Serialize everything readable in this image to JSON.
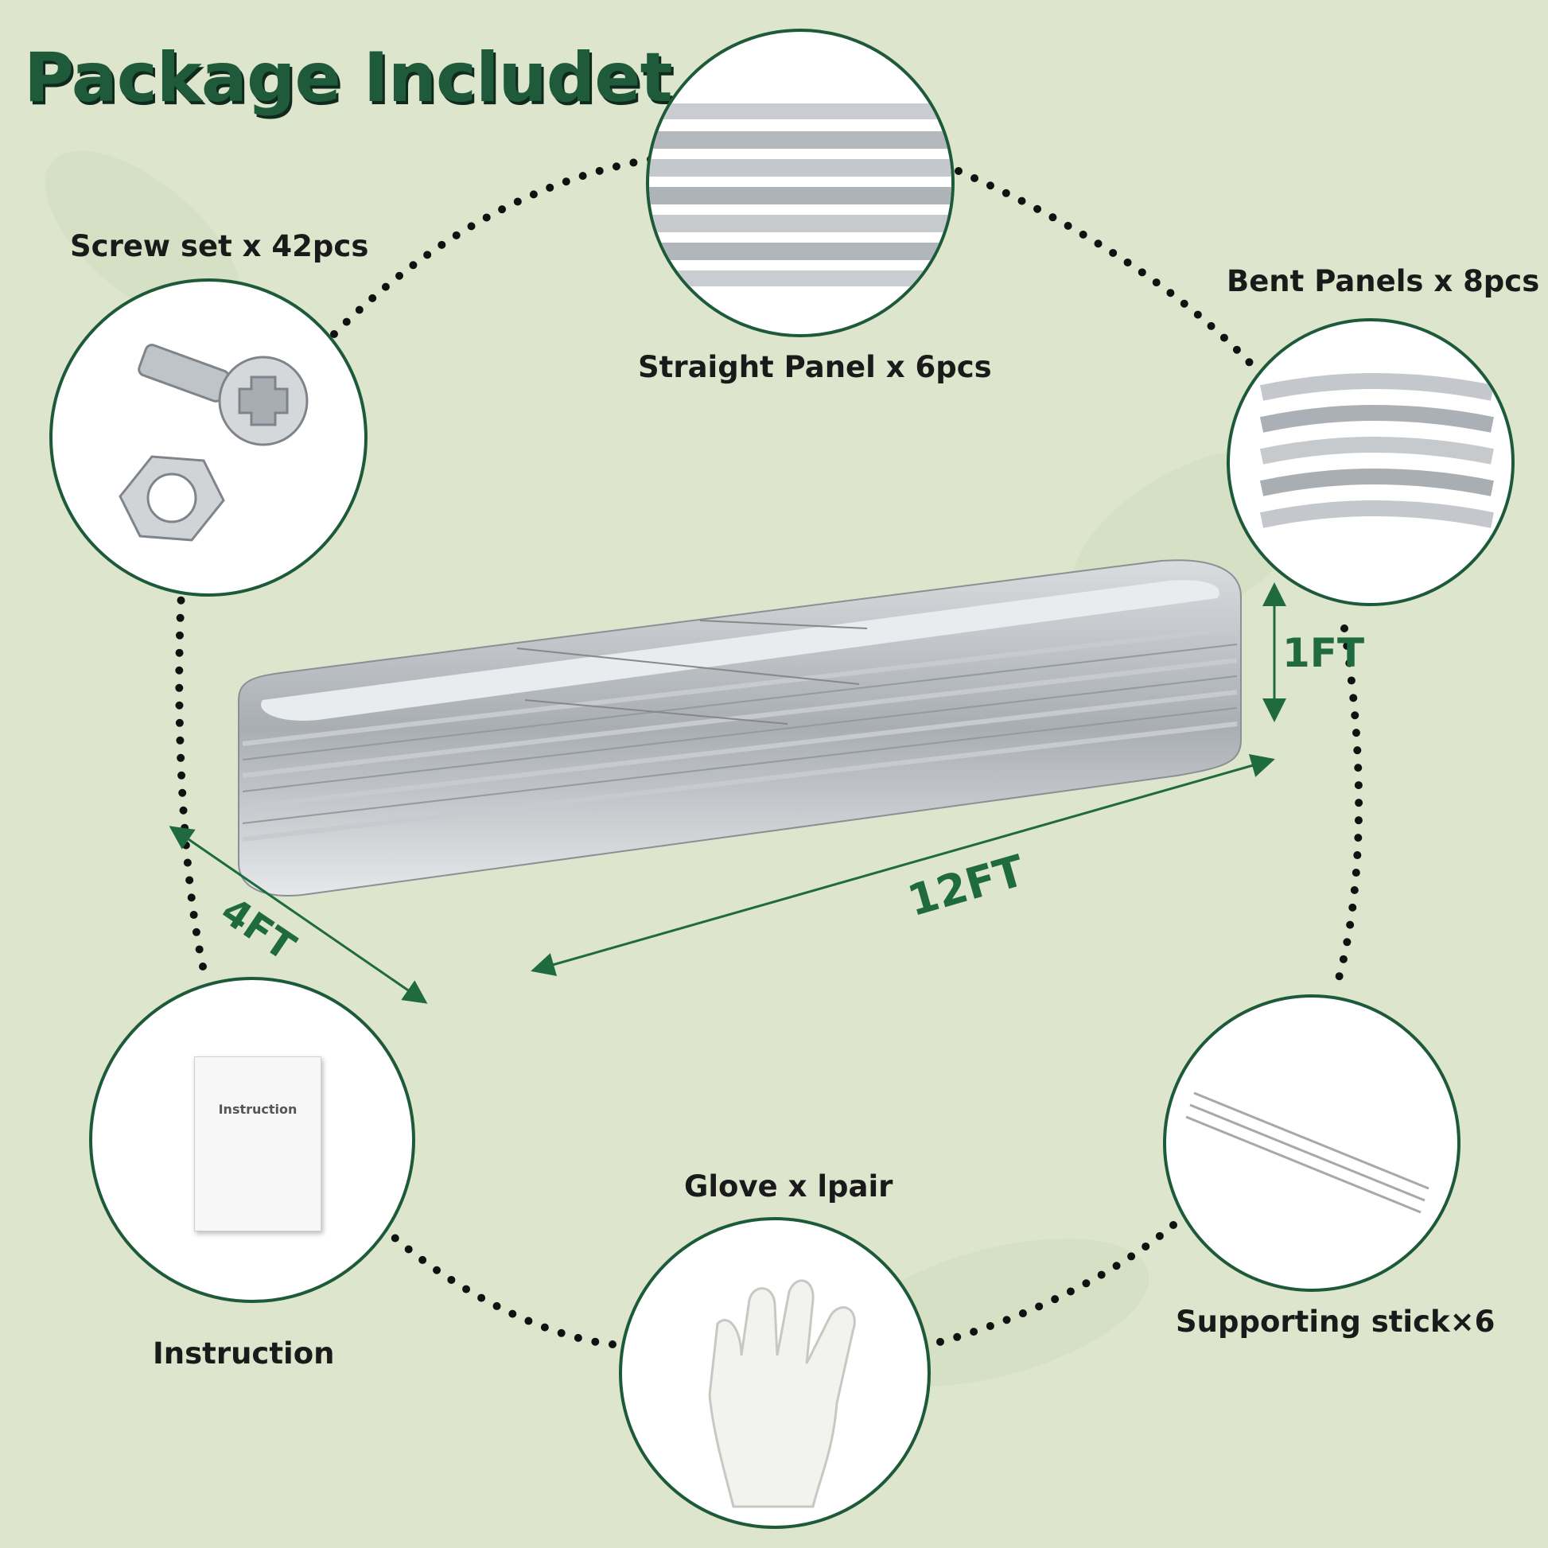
{
  "title": "Package Includet",
  "items": {
    "straight_panel": "Straight Panel x 6pcs",
    "screw_set": "Screw set x 42pcs",
    "bent_panels": "Bent Panels x 8pcs",
    "instruction": "Instruction",
    "glove": "Glove x lpair",
    "supporting_stick": "Supporting stick×6"
  },
  "instruction_booklet_text": "Instruction",
  "dimensions": {
    "height": "1FT",
    "length": "12FT",
    "width": "4FT"
  },
  "colors": {
    "background": "#dde6cd",
    "accent_green": "#1f5a3a",
    "dimension_green": "#1f6a3e",
    "metal": "#b8bcc0"
  }
}
